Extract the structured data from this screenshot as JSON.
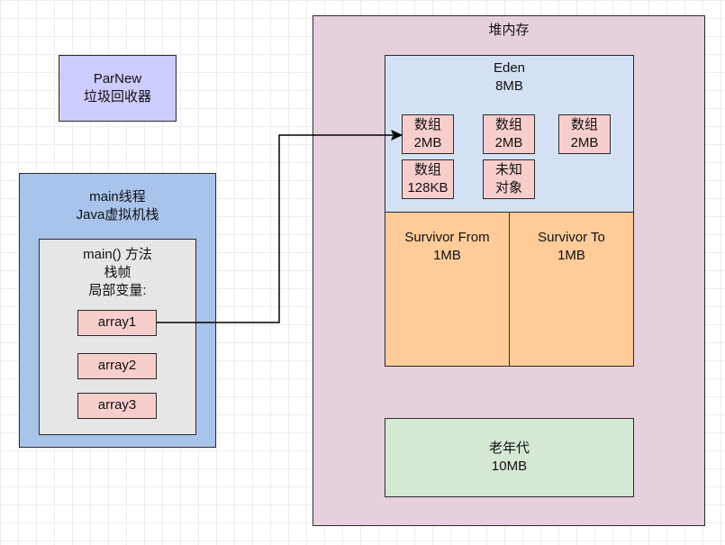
{
  "parnew": {
    "line1": "ParNew",
    "line2": "垃圾回收器"
  },
  "stack": {
    "title1": "main线程",
    "title2": "Java虚拟机栈",
    "frame": {
      "line1": "main() 方法",
      "line2": "栈帧",
      "line3": "局部变量:",
      "vars": [
        "array1",
        "array2",
        "array3"
      ]
    }
  },
  "heap": {
    "title": "堆内存",
    "eden": {
      "title": "Eden",
      "size": "8MB",
      "objects": [
        {
          "l1": "数组",
          "l2": "2MB"
        },
        {
          "l1": "数组",
          "l2": "2MB"
        },
        {
          "l1": "数组",
          "l2": "2MB"
        },
        {
          "l1": "数组",
          "l2": "128KB"
        },
        {
          "l1": "未知",
          "l2": "对象"
        }
      ]
    },
    "survivor_from": {
      "title": "Survivor From",
      "size": "1MB"
    },
    "survivor_to": {
      "title": "Survivor To",
      "size": "1MB"
    },
    "old": {
      "title": "老年代",
      "size": "10MB"
    }
  },
  "colors": {
    "parnew": "#ccccff",
    "stack": "#a9c4eb",
    "frame": "#e6e6e6",
    "variable": "#f8cecc",
    "heap": "#e6d0de",
    "eden": "#d4e1f5",
    "survivor": "#ffcc99",
    "old": "#d5e8d4"
  }
}
